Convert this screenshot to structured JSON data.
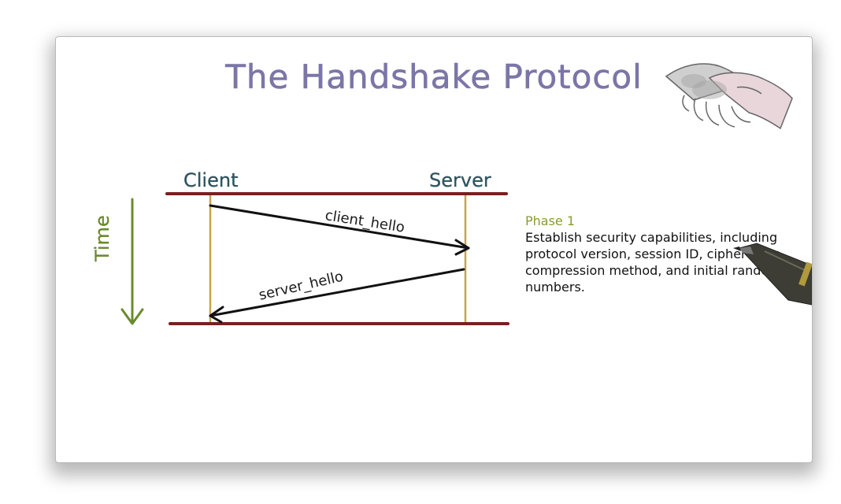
{
  "slide": {
    "title": "The Handshake Protocol"
  },
  "diagram": {
    "client_label": "Client",
    "server_label": "Server",
    "time_label": "Time",
    "messages": [
      {
        "label": "client_hello",
        "from": "Client",
        "to": "Server"
      },
      {
        "label": "server_hello",
        "from": "Server",
        "to": "Client"
      }
    ]
  },
  "phase": {
    "title": "Phase 1",
    "description": "Establish security capabilities, including protocol version, session ID, cipher suite, compression method, and initial random numbers."
  },
  "colors": {
    "title": "#7b76a8",
    "party_label": "#2f5560",
    "time_axis": "#6b8a2d",
    "boundary_line": "#7a1f1f",
    "lifeline": "#c9a24a",
    "phase_title": "#8a9a2c"
  },
  "icons": {
    "illustration": "handshake-icon",
    "pointer": "pen-icon"
  }
}
